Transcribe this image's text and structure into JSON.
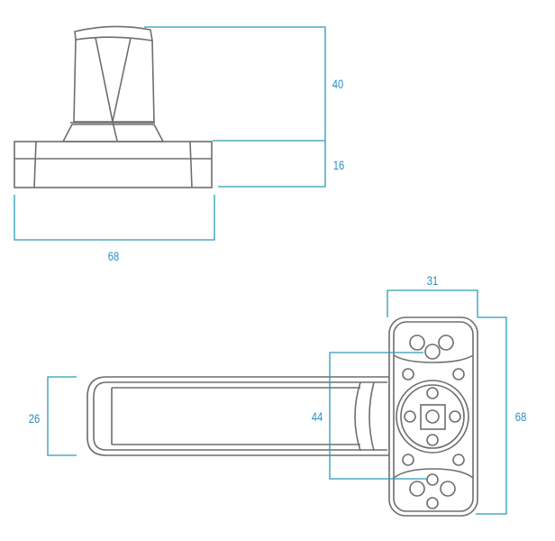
{
  "colors": {
    "dimension": "#2a9bb5",
    "outline": "#6e6e6e",
    "label": "#2a8fc0"
  },
  "side_view": {
    "dimensions": {
      "knob_height": "40",
      "base_height": "16",
      "base_width": "68"
    }
  },
  "front_view": {
    "dimensions": {
      "plate_width": "31",
      "plate_height": "68",
      "spindle_span": "44",
      "grip_height": "26"
    }
  }
}
